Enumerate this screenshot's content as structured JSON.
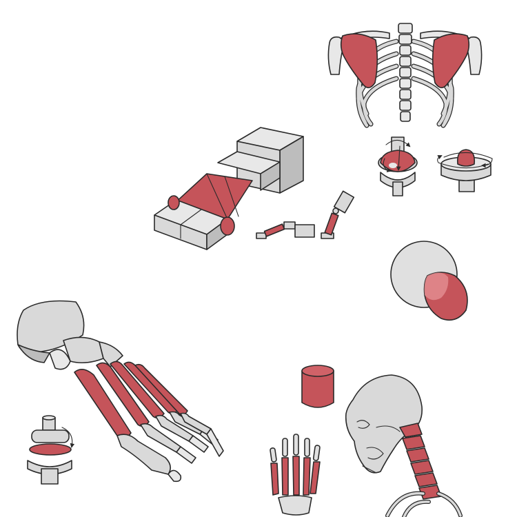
{
  "title": "",
  "colors": {
    "bone": "#d9d9d9",
    "bone_light": "#e8e8e8",
    "bone_dark": "#bdbdbd",
    "highlight": "#c5545a",
    "highlight_dark": "#a8444a",
    "outline": "#2a2a2a",
    "background": "#ffffff"
  },
  "illustrations": [
    {
      "name": "rib-cage-with-scapulae",
      "highlight": "scapulae"
    },
    {
      "name": "ball-and-socket-joint-model",
      "icon": "rotation-arrows-icon"
    },
    {
      "name": "pivot-joint-model",
      "icon": "rotation-arrow-icon"
    },
    {
      "name": "block-foot-model",
      "highlight": "metatarsal-plane"
    },
    {
      "name": "hinge-flex-diagram",
      "highlight": "hinge-segment"
    },
    {
      "name": "sphere-and-cylinder-form",
      "highlight": "cylinder"
    },
    {
      "name": "skeletal-foot",
      "highlight": "metatarsals"
    },
    {
      "name": "hinge-joint-model",
      "icon": "curved-arrow-icon"
    },
    {
      "name": "cylinder-form",
      "highlight": "cylinder"
    },
    {
      "name": "skeletal-hand",
      "highlight": "metacarpals"
    },
    {
      "name": "skull-and-cervical-spine",
      "highlight": "cervical-vertebrae"
    }
  ]
}
